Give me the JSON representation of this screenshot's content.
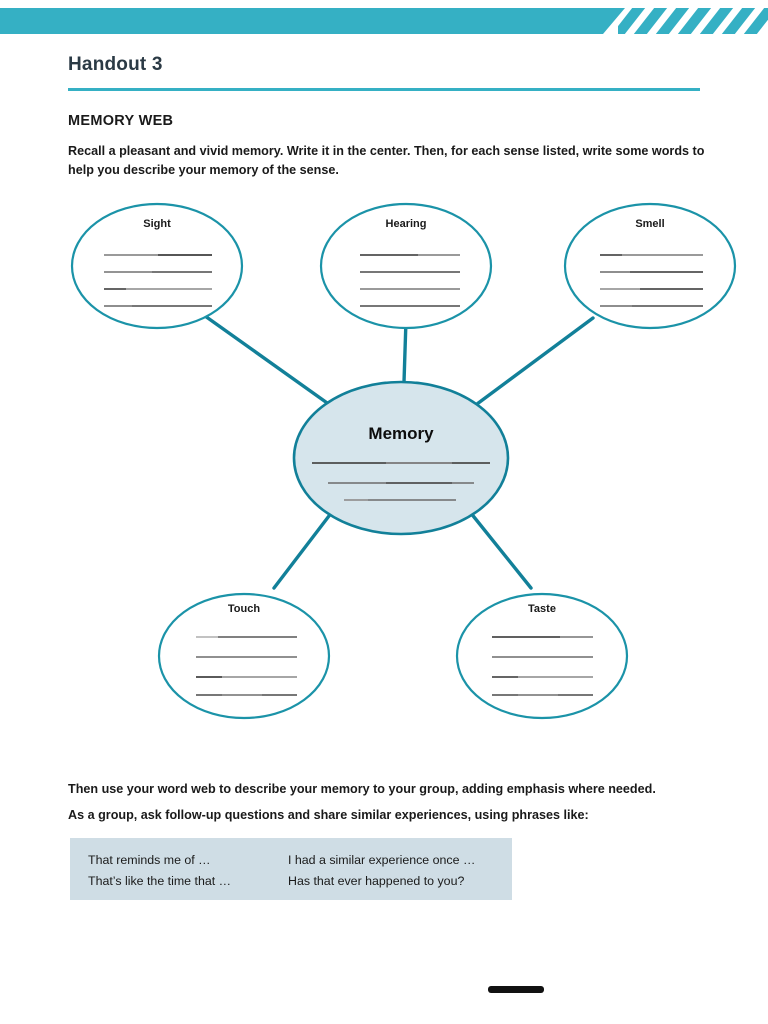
{
  "header": {
    "band_color": "#35b0c4",
    "stripe_count": 7
  },
  "page_title": "Handout 3",
  "section_heading": "MEMORY WEB",
  "intro_text": "Recall a pleasant and vivid memory. Write it in the center. Then, for each sense listed, write some words to help you describe your memory of the sense.",
  "diagram": {
    "center": {
      "label": "Memory",
      "fill": "#d6e5ec",
      "stroke": "#128099",
      "line_count": 3
    },
    "nodes": [
      {
        "label": "Sight",
        "line_count": 4
      },
      {
        "label": "Hearing",
        "line_count": 4
      },
      {
        "label": "Smell",
        "line_count": 4
      },
      {
        "label": "Touch",
        "line_count": 4
      },
      {
        "label": "Taste",
        "line_count": 4
      }
    ],
    "node_stroke": "#1b93a8",
    "connector_color": "#128099"
  },
  "closing_line_1": "Then use your word web to describe your memory to your group, adding emphasis where needed.",
  "closing_line_2": "As a group, ask follow-up questions and share similar experiences, using phrases like:",
  "phrase_box": {
    "background": "#cfdde5",
    "rows": [
      {
        "left": "That reminds me of …",
        "right": "I had a similar experience once …"
      },
      {
        "left": "That’s like the time that …",
        "right": "Has that ever happened to you?"
      }
    ]
  }
}
